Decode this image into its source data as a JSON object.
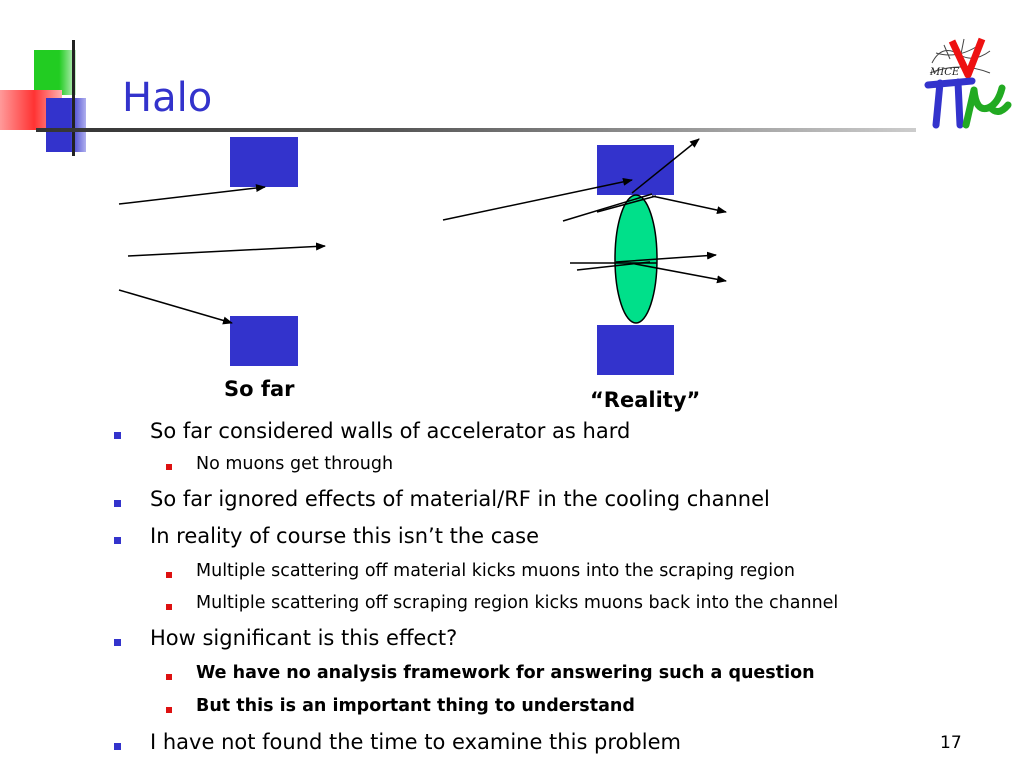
{
  "slide": {
    "title": "Halo",
    "number": "17",
    "logo_text": "MICE"
  },
  "diagram": {
    "caption_left": "So far",
    "caption_right": "“Reality”",
    "colors": {
      "wall": "#3333cc",
      "lens": "#00e08a",
      "arrow": "#000000"
    }
  },
  "bullets": [
    {
      "text": "So far considered walls of accelerator as hard",
      "sub": [
        {
          "text": "No muons get through",
          "bold": false
        }
      ]
    },
    {
      "text": "So far ignored effects of material/RF in the cooling channel",
      "sub": []
    },
    {
      "text": "In reality of course this isn’t the case",
      "sub": [
        {
          "text": "Multiple scattering off material kicks muons into the scraping region",
          "bold": false
        },
        {
          "text": "Multiple scattering off scraping region kicks muons back into the channel",
          "bold": false
        }
      ]
    },
    {
      "text": "How significant is this effect?",
      "sub": [
        {
          "text": "We have no analysis framework for answering such a question",
          "bold": true
        },
        {
          "text": "But this is an important thing to understand",
          "bold": true
        }
      ]
    },
    {
      "text": "I have not found the time to examine this problem",
      "sub": []
    }
  ],
  "theme": {
    "title_color": "#3333cc",
    "bullet_color": "#3333cc",
    "sub_bullet_color": "#dd1111",
    "deco_green": "#22cc22",
    "deco_red": "#ff3333",
    "deco_blue": "#3333cc"
  }
}
